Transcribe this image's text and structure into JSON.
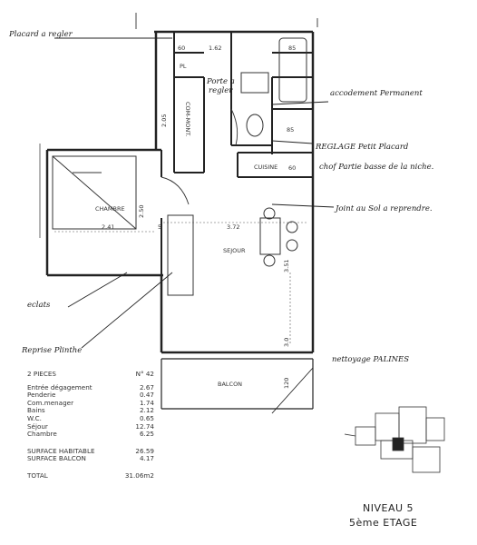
{
  "annotations": {
    "placard": "Placard a regler",
    "accodement": "accodement Permanent",
    "reglage_line1": "REGLAGE Petit Placard",
    "reglage_line2": "chof Partie basse de la niche.",
    "joint": "Joint au Sol a reprendre.",
    "eclats": "eclats",
    "reprise": "Reprise Plinthe",
    "nettoyage": "nettoyage PALINES",
    "porte_line1": "Porte a",
    "porte_line2": "regler"
  },
  "rooms": {
    "chambre": "CHAMBRE",
    "sejour": "SEJOUR",
    "cuisine": "CUISINE",
    "balcon": "BALCON",
    "com_mont": "COM-MONT."
  },
  "dimensions": {
    "d1": "60",
    "d2": "1.62",
    "d3": "85",
    "d4": "2.05",
    "d5": "85",
    "d6": "60",
    "d7": "2.41",
    "d8": "2.50",
    "d9": "3.72",
    "d10": "120",
    "d11": "5",
    "d12": "3.51",
    "d13": "3.0",
    "d14": "PL"
  },
  "summary": {
    "pieces": "2 PIECES",
    "no": "N° 42",
    "rows": [
      {
        "label": "Entrée dégagement",
        "value": "2.67"
      },
      {
        "label": "Penderie",
        "value": "0.47"
      },
      {
        "label": "Com.menager",
        "value": "1.74"
      },
      {
        "label": "Bains",
        "value": "2.12"
      },
      {
        "label": "W.C.",
        "value": "0.65"
      },
      {
        "label": "Séjour",
        "value": "12.74"
      },
      {
        "label": "Chambre",
        "value": "6.25"
      }
    ],
    "surface_habitable_label": "SURFACE HABITABLE",
    "surface_habitable_value": "26.59",
    "surface_balcon_label": "SURFACE BALCON",
    "surface_balcon_value": "4.17",
    "total_label": "TOTAL",
    "total_value": "31.06m2"
  },
  "footer": {
    "niveau": "NIVEAU 5",
    "etage": "5ème ETAGE"
  }
}
